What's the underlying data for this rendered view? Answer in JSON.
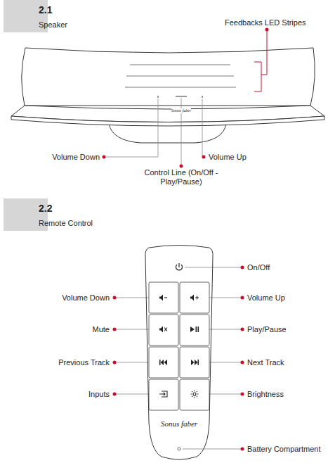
{
  "diagram": {
    "nodes": [
      {
        "text": [
          "2.1",
          "Speaker"
        ]
      },
      {
        "text": [
          "2.2",
          "Remote Control"
        ]
      },
      {
        "text": [
          "Sonus faber"
        ]
      }
    ],
    "labels": [
      "Feedbacks LED Stripes",
      "Sonus faber",
      "Volume Down",
      "Control Line (On/Off - Play/Pause)",
      "Volume Up",
      "On/Off",
      "Volume Down",
      "Volume Up",
      "Mute",
      "Play/Pause",
      "Previous Track",
      "Next Track",
      "Inputs",
      "Brightness",
      "Battery Compartment"
    ]
  }
}
